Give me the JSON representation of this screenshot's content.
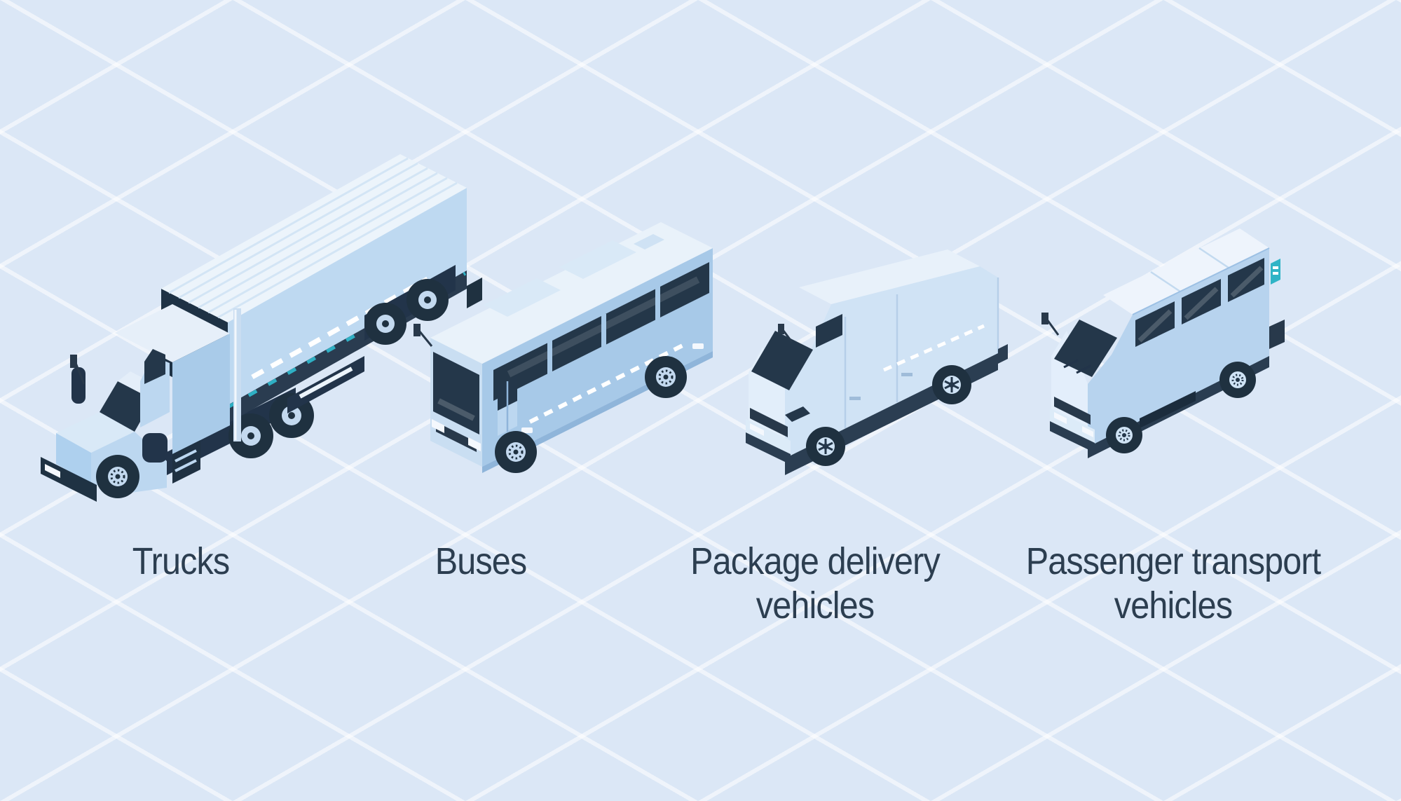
{
  "background": {
    "color": "#dbe7f6",
    "grid_line_color": "#ffffff",
    "grid_pattern": "isometric-diamond"
  },
  "palette": {
    "roof_white": "#ecf4fb",
    "body_light": "#d0e3f5",
    "body_mid": "#bcd7f0",
    "body_blue": "#a7c9e8",
    "dark_navy": "#28394b",
    "glass": "#24374a",
    "teal_accent": "#2fb4c6",
    "label_text": "#2c3e50"
  },
  "items": [
    {
      "id": "trucks",
      "label": "Trucks",
      "line1": "Trucks",
      "line2": "",
      "icon": "semi-truck"
    },
    {
      "id": "buses",
      "label": "Buses",
      "line1": "Buses",
      "line2": "",
      "icon": "coach-bus"
    },
    {
      "id": "package-delivery-vehicles",
      "label": "Package delivery vehicles",
      "line1": "Package delivery",
      "line2": "vehicles",
      "icon": "cargo-van"
    },
    {
      "id": "passenger-transport-vehicles",
      "label": "Passenger transport vehicles",
      "line1": "Passenger transport",
      "line2": "vehicles",
      "icon": "minibus"
    }
  ]
}
